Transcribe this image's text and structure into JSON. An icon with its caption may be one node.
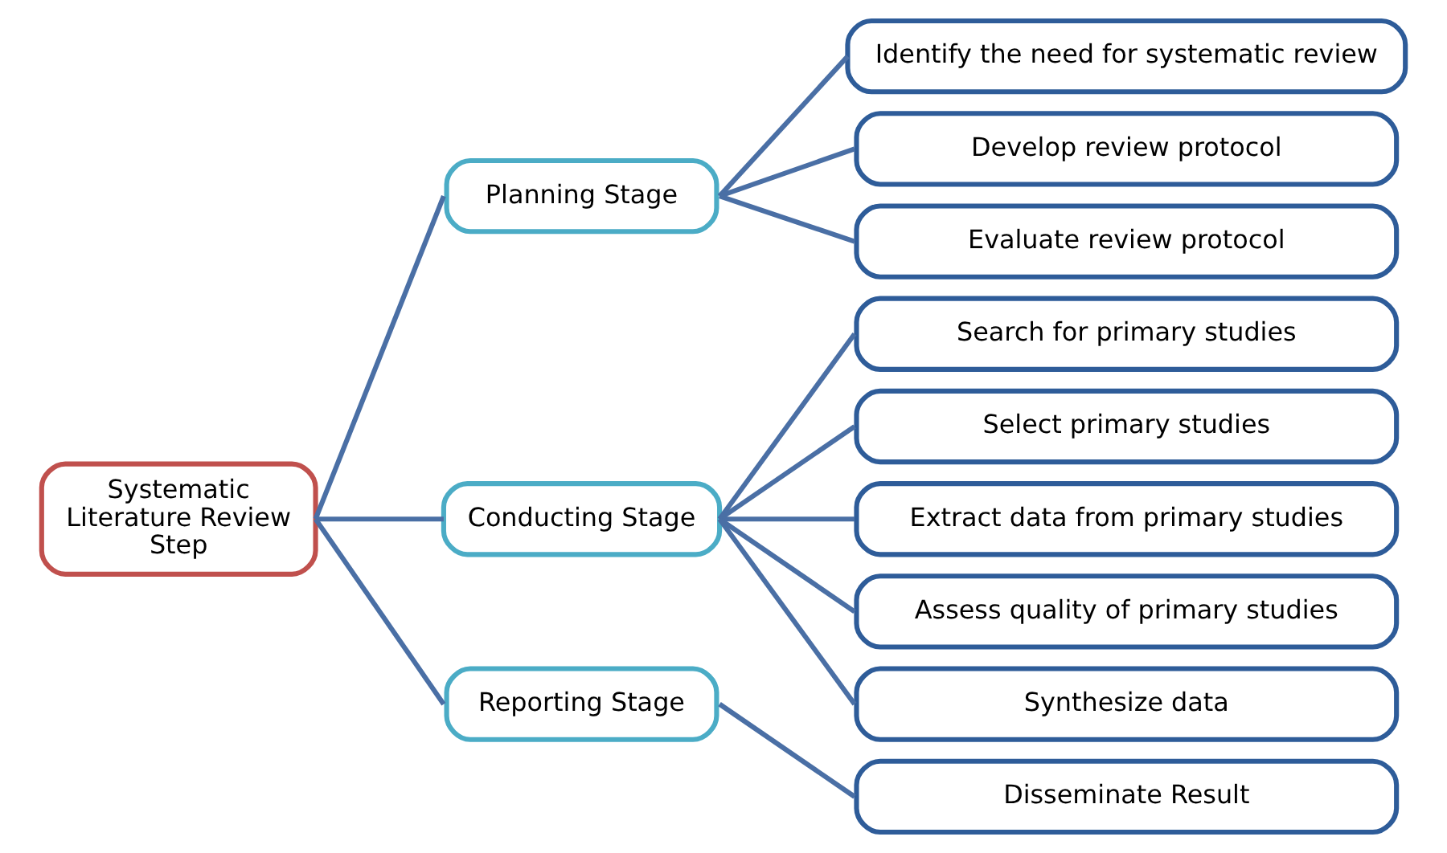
{
  "diagram": {
    "nodes": [
      {
        "text": [
          "Systematic Literature Review Step"
        ]
      },
      {
        "text": [
          "Planning Stage"
        ]
      },
      {
        "text": [
          "Conducting Stage"
        ]
      },
      {
        "text": [
          "Reporting Stage"
        ]
      },
      {
        "text": [
          "Identify the need for systematic review"
        ]
      },
      {
        "text": [
          "Develop review protocol"
        ]
      },
      {
        "text": [
          "Evaluate review protocol"
        ]
      },
      {
        "text": [
          "Search for primary studies"
        ]
      },
      {
        "text": [
          "Select primary studies"
        ]
      },
      {
        "text": [
          "Extract data from primary studies"
        ]
      },
      {
        "text": [
          "Assess quality of primary studies"
        ]
      },
      {
        "text": [
          "Synthesize data"
        ]
      },
      {
        "text": [
          "Disseminate Result"
        ]
      }
    ],
    "edges": [
      {
        "from": 0,
        "to": 1,
        "arrow": "none"
      },
      {
        "from": 0,
        "to": 2,
        "arrow": "none"
      },
      {
        "from": 0,
        "to": 3,
        "arrow": "none"
      },
      {
        "from": 1,
        "to": 4,
        "arrow": "none"
      },
      {
        "from": 1,
        "to": 5,
        "arrow": "none"
      },
      {
        "from": 1,
        "to": 6,
        "arrow": "none"
      },
      {
        "from": 2,
        "to": 7,
        "arrow": "none"
      },
      {
        "from": 2,
        "to": 8,
        "arrow": "none"
      },
      {
        "from": 2,
        "to": 9,
        "arrow": "none"
      },
      {
        "from": 2,
        "to": 10,
        "arrow": "none"
      },
      {
        "from": 2,
        "to": 11,
        "arrow": "none"
      },
      {
        "from": 3,
        "to": 12,
        "arrow": "none"
      }
    ]
  }
}
